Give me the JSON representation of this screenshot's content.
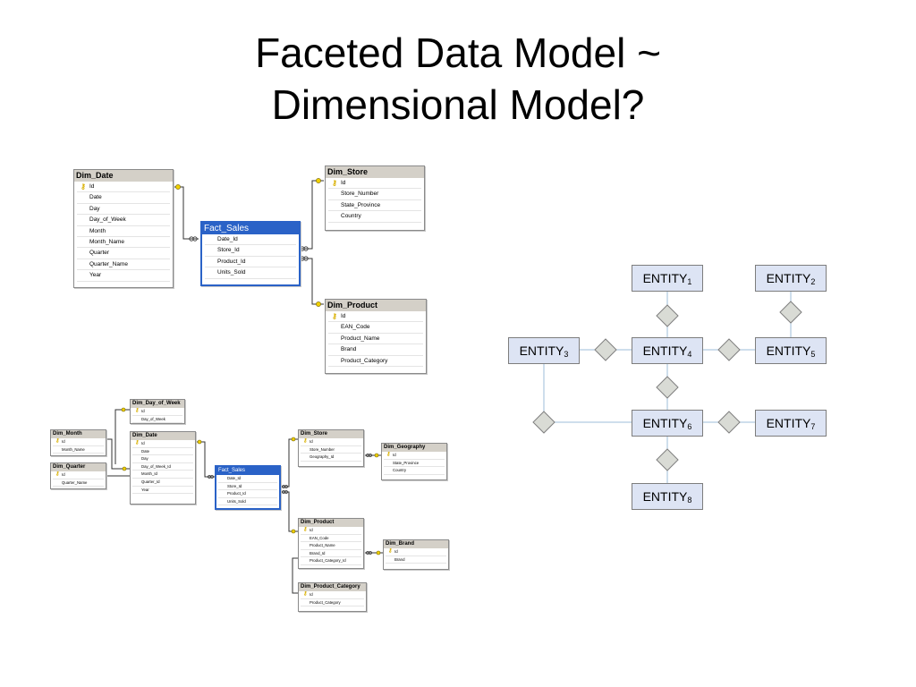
{
  "title": {
    "line1": "Faceted Data Model ~",
    "line2": "Dimensional Model?"
  },
  "key_icon": "primary-key-icon",
  "diagram_top": {
    "dim_date": {
      "name": "Dim_Date",
      "columns": [
        "Id",
        "Date",
        "Day",
        "Day_of_Week",
        "Month",
        "Month_Name",
        "Quarter",
        "Quarter_Name",
        "Year"
      ]
    },
    "fact_sales": {
      "name": "Fact_Sales",
      "columns": [
        "Date_Id",
        "Store_Id",
        "Product_Id",
        "Units_Sold"
      ]
    },
    "dim_store": {
      "name": "Dim_Store",
      "columns": [
        "Id",
        "Store_Number",
        "State_Province",
        "Country"
      ]
    },
    "dim_product": {
      "name": "Dim_Product",
      "columns": [
        "Id",
        "EAN_Code",
        "Product_Name",
        "Brand",
        "Product_Category"
      ]
    }
  },
  "diagram_bottom": {
    "dim_day_of_week": {
      "name": "Dim_Day_of_Week",
      "columns": [
        "Id",
        "Day_of_Week"
      ]
    },
    "dim_month": {
      "name": "Dim_Month",
      "columns": [
        "Id",
        "Month_Name"
      ]
    },
    "dim_quarter": {
      "name": "Dim_Quarter",
      "columns": [
        "Id",
        "Quarter_Name"
      ]
    },
    "dim_date": {
      "name": "Dim_Date",
      "columns": [
        "Id",
        "Date",
        "Day",
        "Day_of_Week_Id",
        "Month_Id",
        "Quarter_Id",
        "Year"
      ]
    },
    "fact_sales": {
      "name": "Fact_Sales",
      "columns": [
        "Date_Id",
        "Store_Id",
        "Product_Id",
        "Units_Sold"
      ]
    },
    "dim_store": {
      "name": "Dim_Store",
      "columns": [
        "Id",
        "Store_Number",
        "Geography_Id"
      ]
    },
    "dim_geography": {
      "name": "Dim_Geography",
      "columns": [
        "Id",
        "State_Province",
        "Country"
      ]
    },
    "dim_product": {
      "name": "Dim_Product",
      "columns": [
        "Id",
        "EAN_Code",
        "Product_Name",
        "Brand_Id",
        "Product_Category_Id"
      ]
    },
    "dim_brand": {
      "name": "Dim_Brand",
      "columns": [
        "Id",
        "Brand"
      ]
    },
    "dim_product_category": {
      "name": "Dim_Product_Category",
      "columns": [
        "Id",
        "Product_Category"
      ]
    }
  },
  "er": {
    "entity_label": "ENTITY",
    "entities": [
      {
        "label": "ENTITY",
        "sub": "1"
      },
      {
        "label": "ENTITY",
        "sub": "2"
      },
      {
        "label": "ENTITY",
        "sub": "3"
      },
      {
        "label": "ENTITY",
        "sub": "4"
      },
      {
        "label": "ENTITY",
        "sub": "5"
      },
      {
        "label": "ENTITY",
        "sub": "6"
      },
      {
        "label": "ENTITY",
        "sub": "7"
      },
      {
        "label": "ENTITY",
        "sub": "8"
      }
    ]
  },
  "colors": {
    "entity_fill": "#dde4f4",
    "diamond_fill": "#d9dbd5",
    "selected_table": "#2a62c7",
    "key": "#d9b000"
  }
}
